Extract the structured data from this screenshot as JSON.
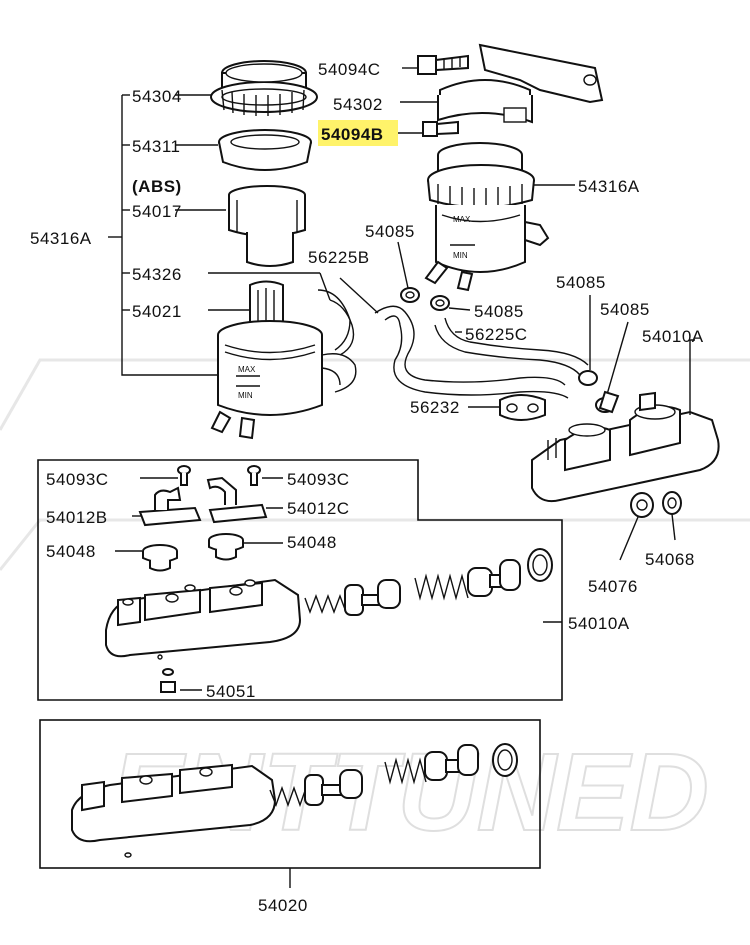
{
  "diagram": {
    "labels": {
      "p54094C": "54094C",
      "p54304": "54304",
      "p54302": "54302",
      "p54094B": "54094B",
      "p54311": "54311",
      "abs": "(ABS)",
      "p54017": "54017",
      "p54316A_left": "54316A",
      "p54316A_right": "54316A",
      "p54326": "54326",
      "p54021": "54021",
      "p54085_a": "54085",
      "p56225B": "56225B",
      "p54085_b": "54085",
      "p54085_c": "54085",
      "p54085_d": "54085",
      "p56225C": "56225C",
      "p54010A_top": "54010A",
      "p56232": "56232",
      "p54093C_left": "54093C",
      "p54093C_right": "54093C",
      "p54012B": "54012B",
      "p54012C": "54012C",
      "p54048_left": "54048",
      "p54048_right": "54048",
      "p54068": "54068",
      "p54076": "54076",
      "p54010A_box": "54010A",
      "p54051": "54051",
      "p54020": "54020"
    },
    "highlight": {
      "part": "54094B",
      "color": "#fff36a"
    },
    "watermark": {
      "text": "ENTTUNED",
      "color": "#dcdcdc"
    }
  }
}
